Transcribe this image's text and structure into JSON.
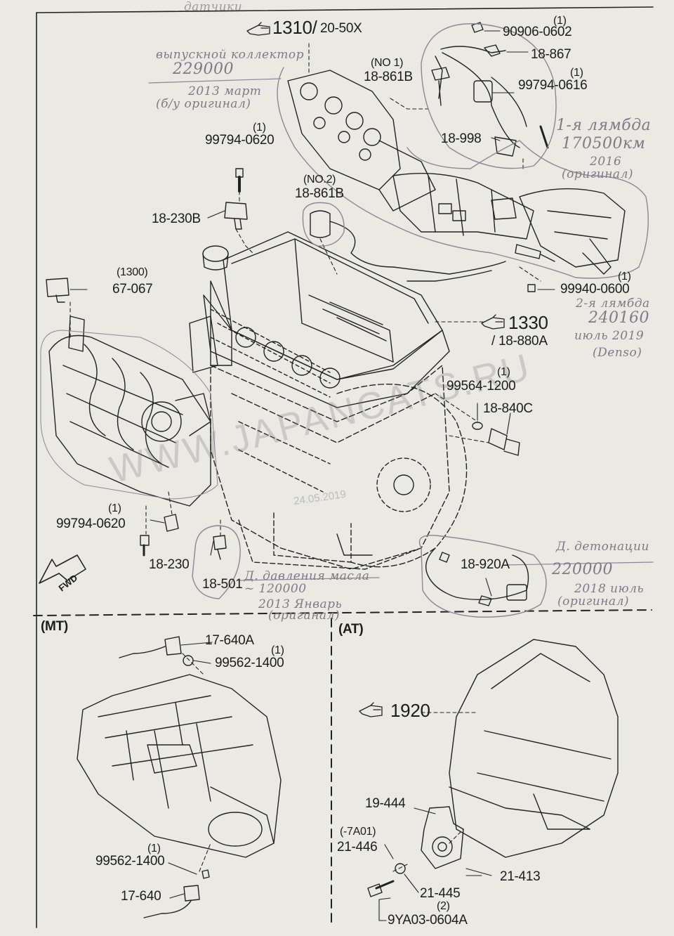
{
  "hand_notes": {
    "exhaust_title": "выпускной коллектор",
    "exhaust_price": "229000",
    "exhaust_date": "2013 март",
    "exhaust_note": "(б/у оригинал)",
    "lambda1_title": "1-я лямбда",
    "lambda1_km": "170500км",
    "lambda1_year": "2016",
    "lambda1_note": "(оригинал)",
    "lambda2_title": "2-я лямбда",
    "lambda2_km": "240160",
    "lambda2_date": "июль 2019",
    "lambda2_note": "(Denso)",
    "knock_title": "Д. детонации",
    "knock_km": "220000",
    "knock_date": "2018 июль",
    "knock_note": "(оригинал)",
    "oil_title": "Д. давления масла",
    "oil_km": "~ 120000",
    "oil_date": "2013 Январь",
    "oil_note": "(оригинал)",
    "top_scribble": "датчики"
  },
  "labels": {
    "ref_1310": "1310/",
    "ref_1310_range": "20-50X",
    "p_90906_0602": "90906-0602",
    "q1_a": "(1)",
    "p_18_867": "18-867",
    "no1": "(NO 1)",
    "p_18_861b_1": "18-861B",
    "q1_b": "(1)",
    "p_99794_0616": "99794-0616",
    "p_18_998": "18-998",
    "q1_c": "(1)",
    "p_99794_0620_top": "99794-0620",
    "no2": "(NO.2)",
    "p_18_861b_2": "18-861B",
    "p_18_230b": "18-230B",
    "q1300": "(1300)",
    "p_67_067": "67-067",
    "q1_d": "(1)",
    "p_99940_0600": "99940-0600",
    "ref_1330": "1330",
    "p_18_880a": "/ 18-880A",
    "q1_e": "(1)",
    "p_99564_1200": "99564-1200",
    "p_18_840c": "18-840C",
    "q1_f": "(1)",
    "p_99794_0620_bot": "99794-0620",
    "p_18_230": "18-230",
    "p_18_501": "18-501",
    "p_18_920a": "18-920A",
    "fwd": "FWD",
    "section_mt": "(MT)",
    "section_at": "(AT)",
    "p_17_640a": "17-640A",
    "q1_g": "(1)",
    "p_99562_1400_top": "99562-1400",
    "ref_1920": "1920",
    "p_19_444": "19-444",
    "q7a01": "(-7A01)",
    "p_21_446": "21-446",
    "q1_h": "(1)",
    "p_99562_1400_bot": "99562-1400",
    "p_21_413": "21-413",
    "p_21_445": "21-445",
    "p_17_640": "17-640",
    "q2": "(2)",
    "p_9ya03": "9YA03-0604A"
  },
  "watermark": {
    "site": "WWW.JAPANCATS.RU",
    "date": "24.05.2019"
  }
}
